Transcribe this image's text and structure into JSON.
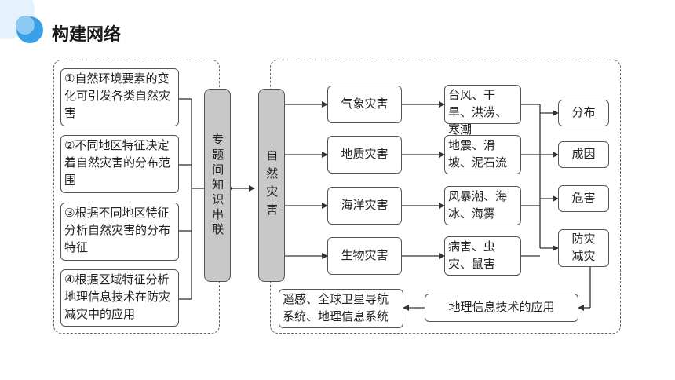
{
  "header": {
    "title": "构建网络"
  },
  "left_items": [
    "①自然环境要素的变化可引发各类自然灾害",
    "②不同地区特征决定着自然灾害的分布范围",
    "③根据不同地区特征分析自然灾害的分布特征",
    "④根据区域特征分析地理信息技术在防灾减灾中的应用"
  ],
  "center_label": "专题间知识串联",
  "main_label": "自然灾害",
  "disaster_types": [
    "气象灾害",
    "地质灾害",
    "海洋灾害",
    "生物灾害"
  ],
  "examples": [
    "台风、干旱、洪涝、寒潮",
    "地震、滑坡、泥石流",
    "风暴潮、海冰、海雾",
    "病害、虫灾、鼠害"
  ],
  "aspects": [
    "分布",
    "成因",
    "危害",
    "防灾减灾"
  ],
  "tech_application": "地理信息技术的应用",
  "tech_list": "遥感、全球卫星导航系统、地理信息系统"
}
